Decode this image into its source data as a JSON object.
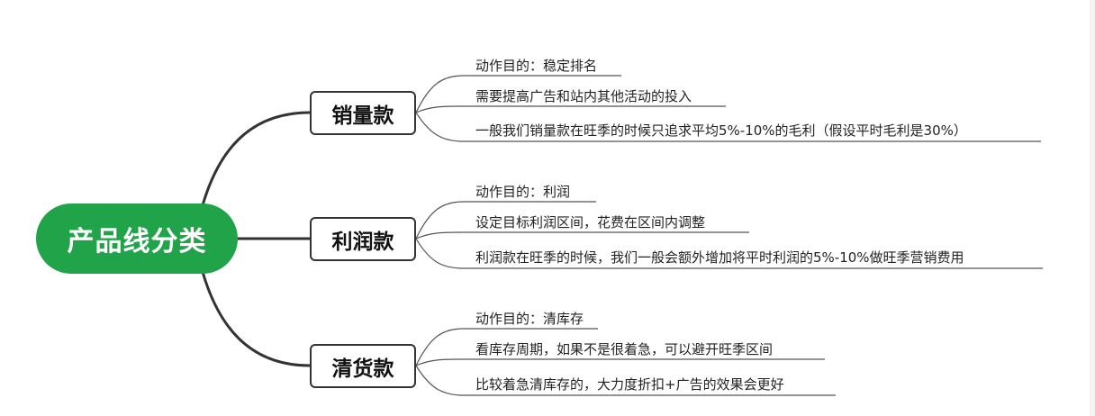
{
  "mindmap": {
    "root": {
      "label": "产品线分类",
      "color": "#21a34a"
    },
    "branches": [
      {
        "label": "销量款",
        "items": [
          "动作目的：稳定排名",
          "需要提高广告和站内其他活动的投入",
          "一般我们销量款在旺季的时候只追求平均5%-10%的毛利（假设平时毛利是30%）"
        ]
      },
      {
        "label": "利润款",
        "items": [
          "动作目的：利润",
          "设定目标利润区间，花费在区间内调整",
          "利润款在旺季的时候，我们一般会额外增加将平时利润的5%-10%做旺季营销费用"
        ]
      },
      {
        "label": "清货款",
        "items": [
          "动作目的：清库存",
          "看库存周期，如果不是很着急，可以避开旺季区间",
          "比较着急清库存的，大力度折扣+广告的效果会更好"
        ]
      }
    ],
    "line_color": "#333333",
    "leaf_line_color": "#555555"
  }
}
